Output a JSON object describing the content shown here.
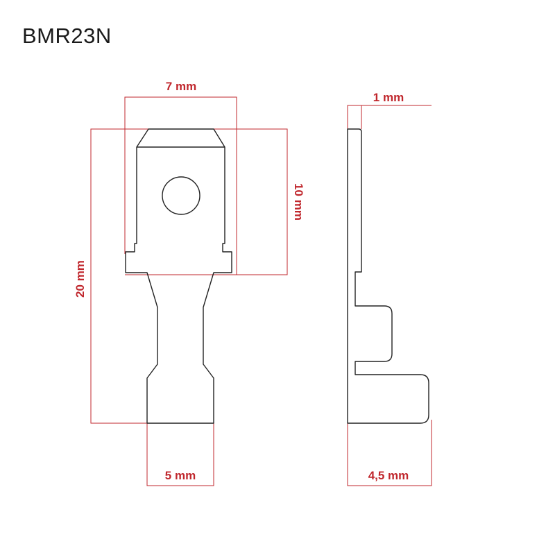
{
  "title": "BMR23N",
  "colors": {
    "outline": "#222222",
    "dimension": "#c0272d"
  },
  "dimensions": {
    "top_width": "7 mm",
    "upper_height": "10 mm",
    "total_height": "20 mm",
    "bottom_width": "5 mm",
    "thickness": "1 mm",
    "side_width": "4,5 mm"
  }
}
